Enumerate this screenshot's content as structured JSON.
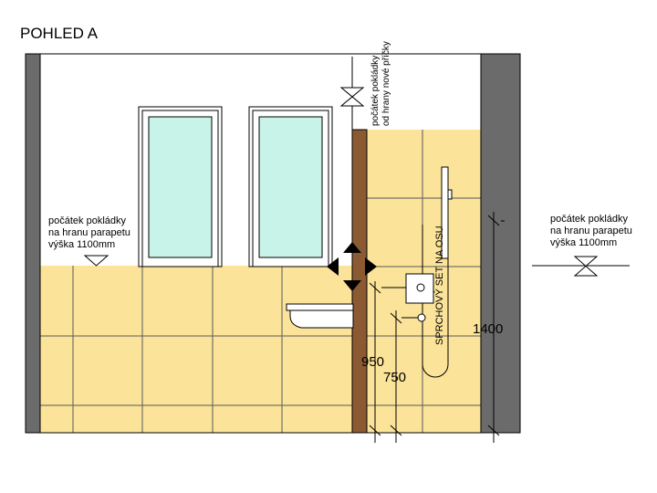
{
  "title": "POHLED A",
  "notes": {
    "left_line1": "počátek pokládky",
    "left_line2": "na hranu parapetu",
    "left_line3": "výška 1100mm",
    "right_line1": "počátek pokládky",
    "right_line2": "na hranu parapetu",
    "right_line3": "výška 1100mm",
    "partition_line1": "počátek pokládky",
    "partition_line2": "od hrany nové příčky",
    "shower_label": "SPRCHOVÝ SET NA OSU"
  },
  "dimensions": {
    "d1400": "1400",
    "d950": "950",
    "d750": "750"
  },
  "colors": {
    "tile": "#fbe39a",
    "grout": "#5a5a5a",
    "wall": "#6b6b6b",
    "partition": "#8b5a32",
    "glass": "#c8f3e8"
  }
}
